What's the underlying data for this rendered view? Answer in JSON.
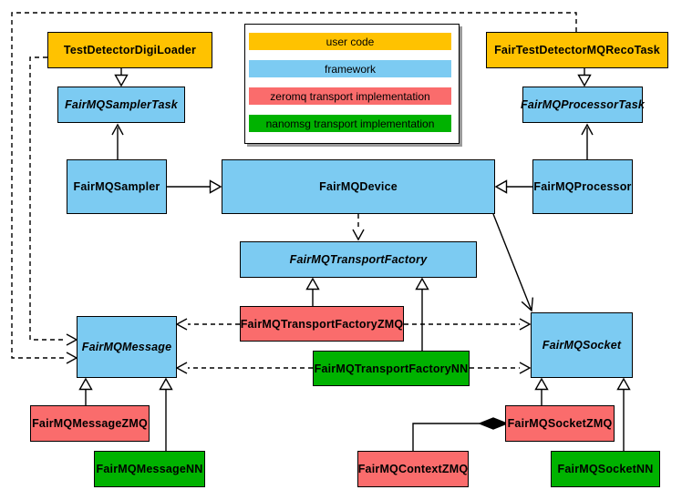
{
  "diagram": {
    "type": "uml-class-diagram",
    "subject": "FairMQ class relationships",
    "background": "#FFFFFF",
    "line_color": "#000000",
    "colors": {
      "user_code": "#FFC200",
      "framework": "#7CCBF2",
      "zeromq": "#FA6C6C",
      "nanomsg": "#00B200",
      "legend_shadow": "#9A9A9A"
    },
    "legend": {
      "items": [
        {
          "label": "user code",
          "color": "#FFC200"
        },
        {
          "label": "framework",
          "color": "#7CCBF2"
        },
        {
          "label": "zeromq transport implementation",
          "color": "#FA6C6C"
        },
        {
          "label": "nanomsg transport implementation",
          "color": "#00B200"
        }
      ]
    },
    "nodes": [
      {
        "label": "TestDetectorDigiLoader",
        "category": "user_code",
        "abstract": false
      },
      {
        "label": "FairTestDetectorMQRecoTask",
        "category": "user_code",
        "abstract": false
      },
      {
        "label": "FairMQSamplerTask",
        "category": "framework",
        "abstract": true
      },
      {
        "label": "FairMQProcessorTask",
        "category": "framework",
        "abstract": true
      },
      {
        "label": "FairMQSampler",
        "category": "framework",
        "abstract": false
      },
      {
        "label": "FairMQDevice",
        "category": "framework",
        "abstract": false
      },
      {
        "label": "FairMQProcessor",
        "category": "framework",
        "abstract": false
      },
      {
        "label": "FairMQTransportFactory",
        "category": "framework",
        "abstract": true
      },
      {
        "label": "FairMQTransportFactoryZMQ",
        "category": "zeromq",
        "abstract": false
      },
      {
        "label": "FairMQTransportFactoryNN",
        "category": "nanomsg",
        "abstract": false
      },
      {
        "label": "FairMQMessage",
        "category": "framework",
        "abstract": true
      },
      {
        "label": "FairMQSocket",
        "category": "framework",
        "abstract": true
      },
      {
        "label": "FairMQMessageZMQ",
        "category": "zeromq",
        "abstract": false
      },
      {
        "label": "FairMQMessageNN",
        "category": "nanomsg",
        "abstract": false
      },
      {
        "label": "FairMQContextZMQ",
        "category": "zeromq",
        "abstract": false
      },
      {
        "label": "FairMQSocketZMQ",
        "category": "zeromq",
        "abstract": false
      },
      {
        "label": "FairMQSocketNN",
        "category": "nanomsg",
        "abstract": false
      }
    ],
    "edges": [
      {
        "from": "TestDetectorDigiLoader",
        "to": "FairMQSamplerTask",
        "type": "hollow-triangle"
      },
      {
        "from": "FairTestDetectorMQRecoTask",
        "to": "FairMQProcessorTask",
        "type": "hollow-triangle"
      },
      {
        "from": "FairMQSampler",
        "to": "FairMQSamplerTask",
        "type": "open-arrow"
      },
      {
        "from": "FairMQProcessor",
        "to": "FairMQProcessorTask",
        "type": "open-arrow"
      },
      {
        "from": "FairMQSampler",
        "to": "FairMQDevice",
        "type": "hollow-triangle"
      },
      {
        "from": "FairMQProcessor",
        "to": "FairMQDevice",
        "type": "hollow-triangle"
      },
      {
        "from": "FairMQDevice",
        "to": "FairMQTransportFactory",
        "type": "dashed-open-arrow"
      },
      {
        "from": "FairMQDevice",
        "to": "FairMQSocket",
        "type": "open-arrow"
      },
      {
        "from": "FairMQTransportFactoryZMQ",
        "to": "FairMQTransportFactory",
        "type": "hollow-triangle"
      },
      {
        "from": "FairMQTransportFactoryNN",
        "to": "FairMQTransportFactory",
        "type": "hollow-triangle"
      },
      {
        "from": "TestDetectorDigiLoader",
        "to": "FairMQMessage",
        "type": "dashed-open-arrow"
      },
      {
        "from": "FairTestDetectorMQRecoTask",
        "to": "FairMQMessage",
        "type": "dashed-open-arrow"
      },
      {
        "from": "FairMQTransportFactoryZMQ",
        "to": "FairMQMessage",
        "type": "dashed-open-arrow"
      },
      {
        "from": "FairMQTransportFactoryZMQ",
        "to": "FairMQSocket",
        "type": "dashed-open-arrow"
      },
      {
        "from": "FairMQTransportFactoryNN",
        "to": "FairMQMessage",
        "type": "dashed-open-arrow"
      },
      {
        "from": "FairMQTransportFactoryNN",
        "to": "FairMQSocket",
        "type": "dashed-open-arrow"
      },
      {
        "from": "FairMQMessageZMQ",
        "to": "FairMQMessage",
        "type": "hollow-triangle"
      },
      {
        "from": "FairMQMessageNN",
        "to": "FairMQMessage",
        "type": "hollow-triangle"
      },
      {
        "from": "FairMQSocketZMQ",
        "to": "FairMQSocket",
        "type": "hollow-triangle"
      },
      {
        "from": "FairMQSocketNN",
        "to": "FairMQSocket",
        "type": "hollow-triangle"
      },
      {
        "from": "FairMQContextZMQ",
        "to": "FairMQSocketZMQ",
        "type": "filled-diamond-aggregation"
      }
    ]
  }
}
